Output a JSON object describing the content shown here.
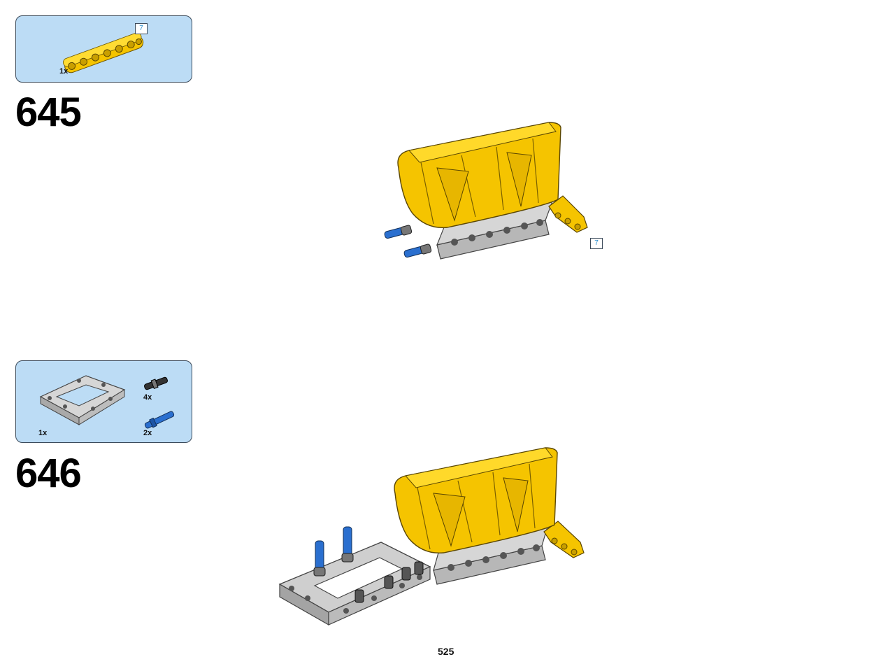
{
  "step645": {
    "number": "645",
    "parts": [
      {
        "name": "yellow-beam-7",
        "qty": "1x",
        "length_tag": "7"
      }
    ],
    "callout_tag": "7"
  },
  "step646": {
    "number": "646",
    "parts": [
      {
        "name": "grey-frame-5x7",
        "qty": "1x"
      },
      {
        "name": "black-connector-pin",
        "qty": "4x"
      },
      {
        "name": "blue-axle-pin",
        "qty": "2x"
      }
    ]
  },
  "page": {
    "number": "525"
  },
  "colors": {
    "parts_box_bg": "#bcdcf5",
    "yellow": "#f5c400",
    "grey": "#b7b7b7",
    "blue": "#2a6fcf"
  }
}
